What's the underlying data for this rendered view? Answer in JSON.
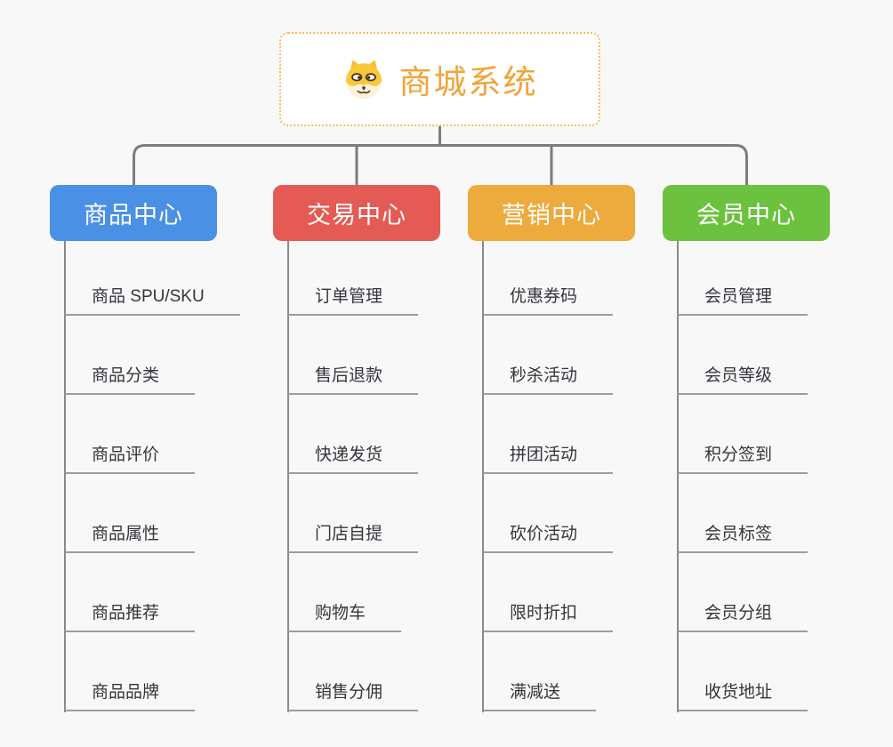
{
  "theme": {
    "bg": "#f8f8f8",
    "accent": "#f1a43a",
    "root-border": "#f3bd62",
    "line-strong": "#7d7d7d",
    "line-mid": "#8a8a8a",
    "line-item": "#9d9d9d",
    "item-text": "#33363c"
  },
  "root": {
    "title": "商城系统",
    "icon": "dog-face-icon"
  },
  "branches": [
    {
      "label": "商品中心",
      "color": "#4a90e5",
      "items": [
        "商品 SPU/SKU",
        "商品分类",
        "商品评价",
        "商品属性",
        "商品推荐",
        "商品品牌"
      ]
    },
    {
      "label": "交易中心",
      "color": "#e45b55",
      "items": [
        "订单管理",
        "售后退款",
        "快递发货",
        "门店自提",
        "购物车",
        "销售分佣"
      ]
    },
    {
      "label": "营销中心",
      "color": "#edaa3d",
      "items": [
        "优惠券码",
        "秒杀活动",
        "拼团活动",
        "砍价活动",
        "限时折扣",
        "满减送"
      ]
    },
    {
      "label": "会员中心",
      "color": "#6cc13f",
      "items": [
        "会员管理",
        "会员等级",
        "积分签到",
        "会员标签",
        "会员分组",
        "收货地址"
      ]
    }
  ]
}
